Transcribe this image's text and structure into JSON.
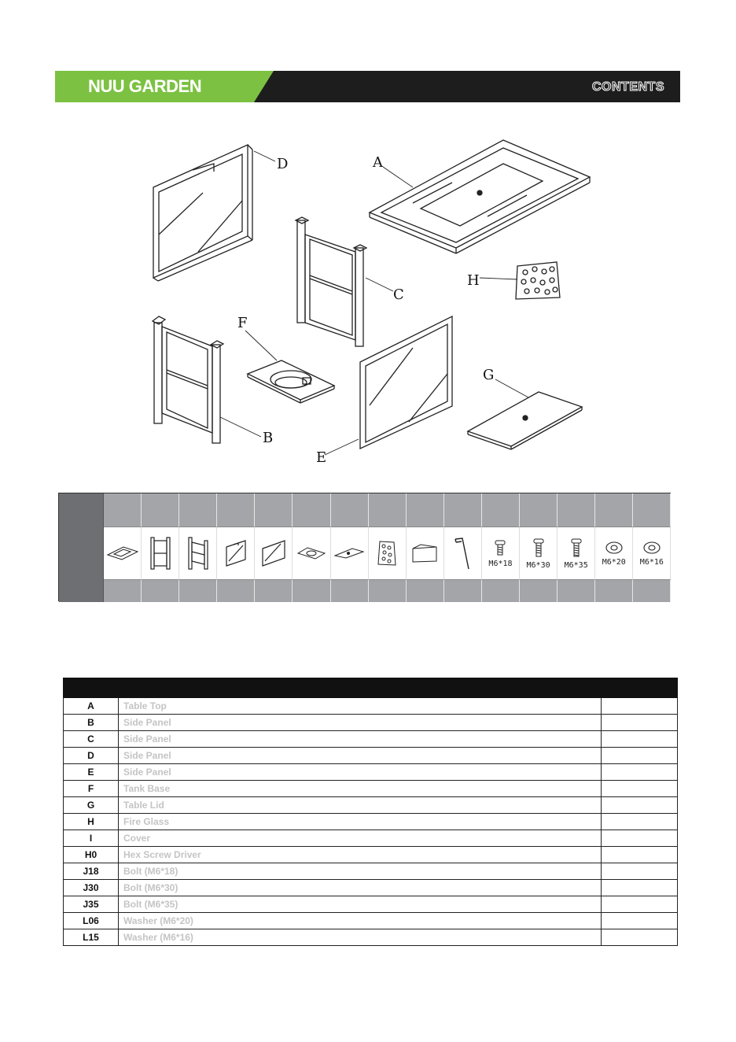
{
  "header": {
    "brand": "NUU GARDEN",
    "title": "CONTENTS"
  },
  "drawing": {
    "labels": {
      "a": "A",
      "b": "B",
      "c": "C",
      "d": "D",
      "e": "E",
      "f": "F",
      "g": "G",
      "h": "H"
    }
  },
  "parts_grid": {
    "hardware_sizes": [
      "M6*18",
      "M6*30",
      "M6*35",
      "M6*20",
      "M6*16"
    ]
  },
  "contents": {
    "rows": [
      {
        "code": "A",
        "description": "Table Top"
      },
      {
        "code": "B",
        "description": "Side Panel"
      },
      {
        "code": "C",
        "description": "Side Panel"
      },
      {
        "code": "D",
        "description": "Side Panel"
      },
      {
        "code": "E",
        "description": "Side Panel"
      },
      {
        "code": "F",
        "description": "Tank Base"
      },
      {
        "code": "G",
        "description": "Table Lid"
      },
      {
        "code": "H",
        "description": "Fire Glass"
      },
      {
        "code": "I",
        "description": "Cover"
      },
      {
        "code": "H0",
        "description": "Hex Screw Driver"
      },
      {
        "code": "J18",
        "description": "Bolt (M6*18)"
      },
      {
        "code": "J30",
        "description": "Bolt (M6*30)"
      },
      {
        "code": "J35",
        "description": "Bolt (M6*35)"
      },
      {
        "code": "L06",
        "description": "Washer (M6*20)"
      },
      {
        "code": "L15",
        "description": "Washer (M6*16)"
      }
    ]
  },
  "colors": {
    "brand_green": "#7cc142",
    "banner_dark": "#1d1d1d",
    "grid_gray": "#a3a5a8",
    "grid_dark": "#6d6f73",
    "description_text": "#c4c4c4"
  }
}
